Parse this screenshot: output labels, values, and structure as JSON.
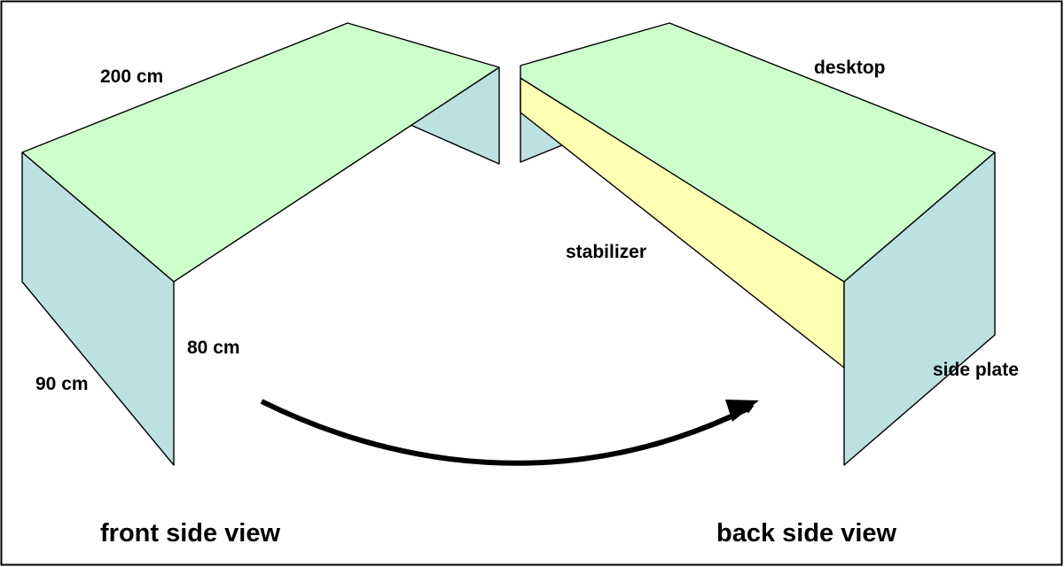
{
  "colors": {
    "desktop": "#ccffcc",
    "side_plate": "#bde0e0",
    "stabilizer": "#ffffb3",
    "outline": "#000000",
    "background": "#ffffff"
  },
  "front_view": {
    "label_width": "200 cm",
    "label_height": "80 cm",
    "label_depth": "90 cm",
    "caption": "front side view"
  },
  "back_view": {
    "label_desktop": "desktop",
    "label_stabilizer": "stabilizer",
    "label_side_plate": "side plate",
    "caption": "back side view"
  }
}
